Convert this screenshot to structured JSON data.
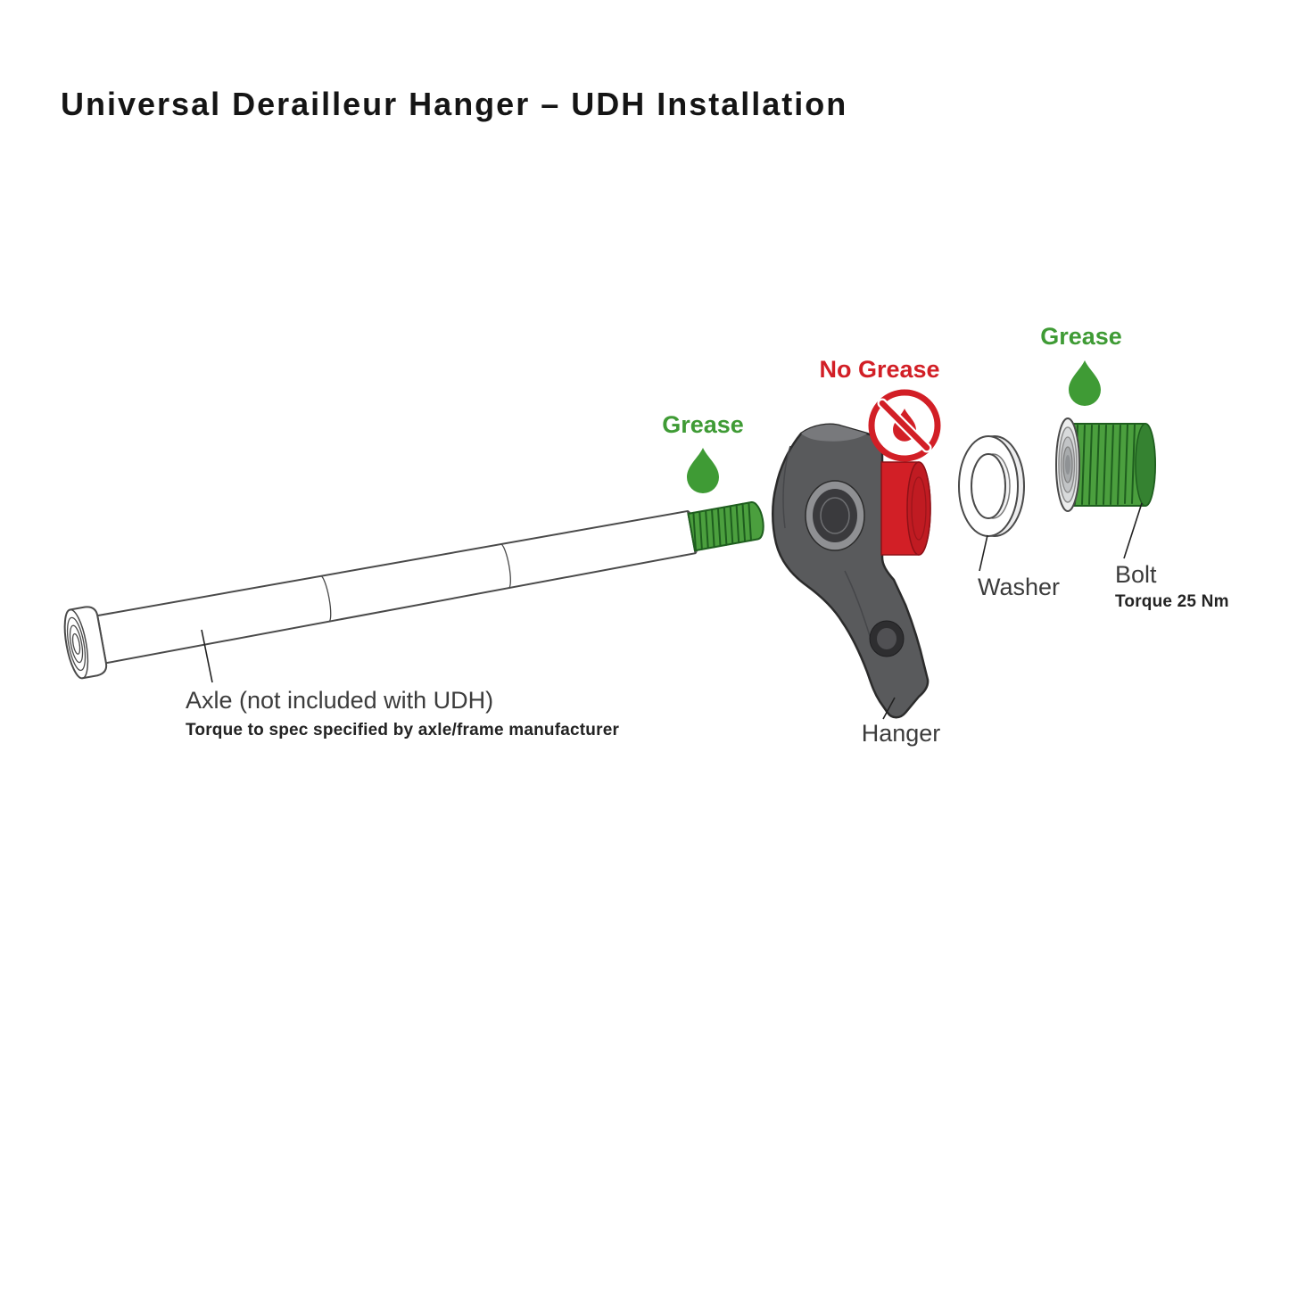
{
  "title": "Universal Derailleur Hanger – UDH Installation",
  "labels": {
    "grease_axle": "Grease",
    "grease_bolt": "Grease",
    "no_grease": "No Grease",
    "axle": "Axle (not included with UDH)",
    "axle_note": "Torque to spec specified by axle/frame manufacturer",
    "hanger": "Hanger",
    "washer": "Washer",
    "bolt": "Bolt",
    "bolt_note": "Torque 25 Nm"
  },
  "icons": {
    "grease_droplet": "green-droplet-icon",
    "no_grease": "crossed-out-droplet-icon"
  },
  "colors": {
    "grease_green": "#3f9b35",
    "no_grease_red": "#d21f26",
    "thread_green": "#4b9f3e",
    "thread_green_dark": "#1e5e1e",
    "hanger_gray": "#595a5c",
    "outline_gray": "#4a4a4a",
    "text_dark": "#3c3c3c",
    "title_black": "#151515"
  }
}
